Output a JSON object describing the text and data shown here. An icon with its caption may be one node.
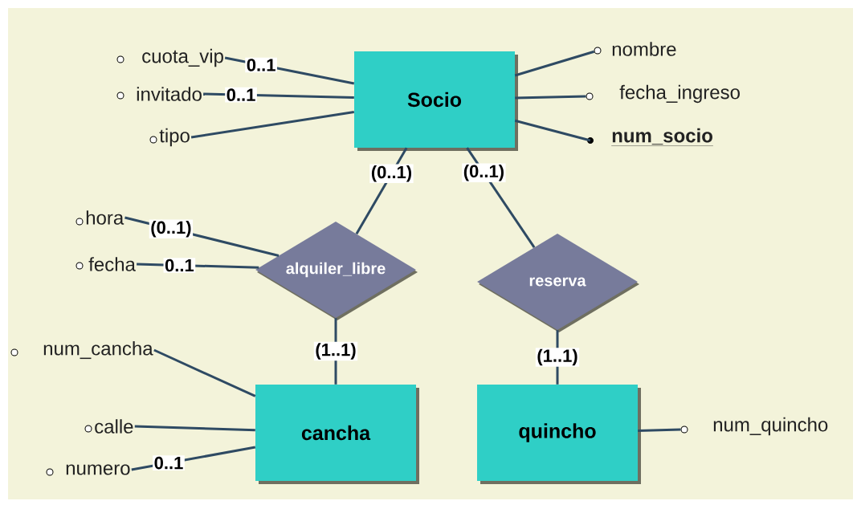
{
  "diagram": {
    "nodes": [
      {
        "text": [
          "Socio"
        ]
      },
      {
        "text": [
          "alquiler_libre"
        ]
      },
      {
        "text": [
          "reserva"
        ]
      },
      {
        "text": [
          "cancha"
        ]
      },
      {
        "text": [
          "quincho"
        ]
      },
      {
        "text": [
          "cuota_vip"
        ]
      },
      {
        "text": [
          "invitado"
        ]
      },
      {
        "text": [
          "tipo"
        ]
      },
      {
        "text": [
          "nombre"
        ]
      },
      {
        "text": [
          "fecha_ingreso"
        ]
      },
      {
        "text": [
          "num_socio"
        ]
      },
      {
        "text": [
          "hora"
        ]
      },
      {
        "text": [
          "fecha"
        ]
      },
      {
        "text": [
          "num_cancha"
        ]
      },
      {
        "text": [
          "calle"
        ]
      },
      {
        "text": [
          "numero"
        ]
      },
      {
        "text": [
          "num_quincho"
        ]
      }
    ],
    "edges": [
      {
        "from": 0,
        "to": 5,
        "arrow": "none",
        "label": "0..1"
      },
      {
        "from": 0,
        "to": 6,
        "arrow": "none",
        "label": "0..1"
      },
      {
        "from": 0,
        "to": 7,
        "arrow": "none"
      },
      {
        "from": 0,
        "to": 8,
        "arrow": "none"
      },
      {
        "from": 0,
        "to": 9,
        "arrow": "none"
      },
      {
        "from": 0,
        "to": 10,
        "arrow": "none"
      },
      {
        "from": 0,
        "to": 1,
        "arrow": "none",
        "label": "(0..1)"
      },
      {
        "from": 0,
        "to": 2,
        "arrow": "none",
        "label": "(0..1)"
      },
      {
        "from": 1,
        "to": 11,
        "arrow": "none",
        "label": "(0..1)"
      },
      {
        "from": 1,
        "to": 12,
        "arrow": "none",
        "label": "0..1"
      },
      {
        "from": 1,
        "to": 3,
        "arrow": "none",
        "label": "(1..1)"
      },
      {
        "from": 2,
        "to": 4,
        "arrow": "none",
        "label": "(1..1)"
      },
      {
        "from": 3,
        "to": 13,
        "arrow": "none"
      },
      {
        "from": 3,
        "to": 14,
        "arrow": "none"
      },
      {
        "from": 3,
        "to": 15,
        "arrow": "none",
        "label": "0..1"
      },
      {
        "from": 4,
        "to": 16,
        "arrow": "none"
      }
    ]
  }
}
